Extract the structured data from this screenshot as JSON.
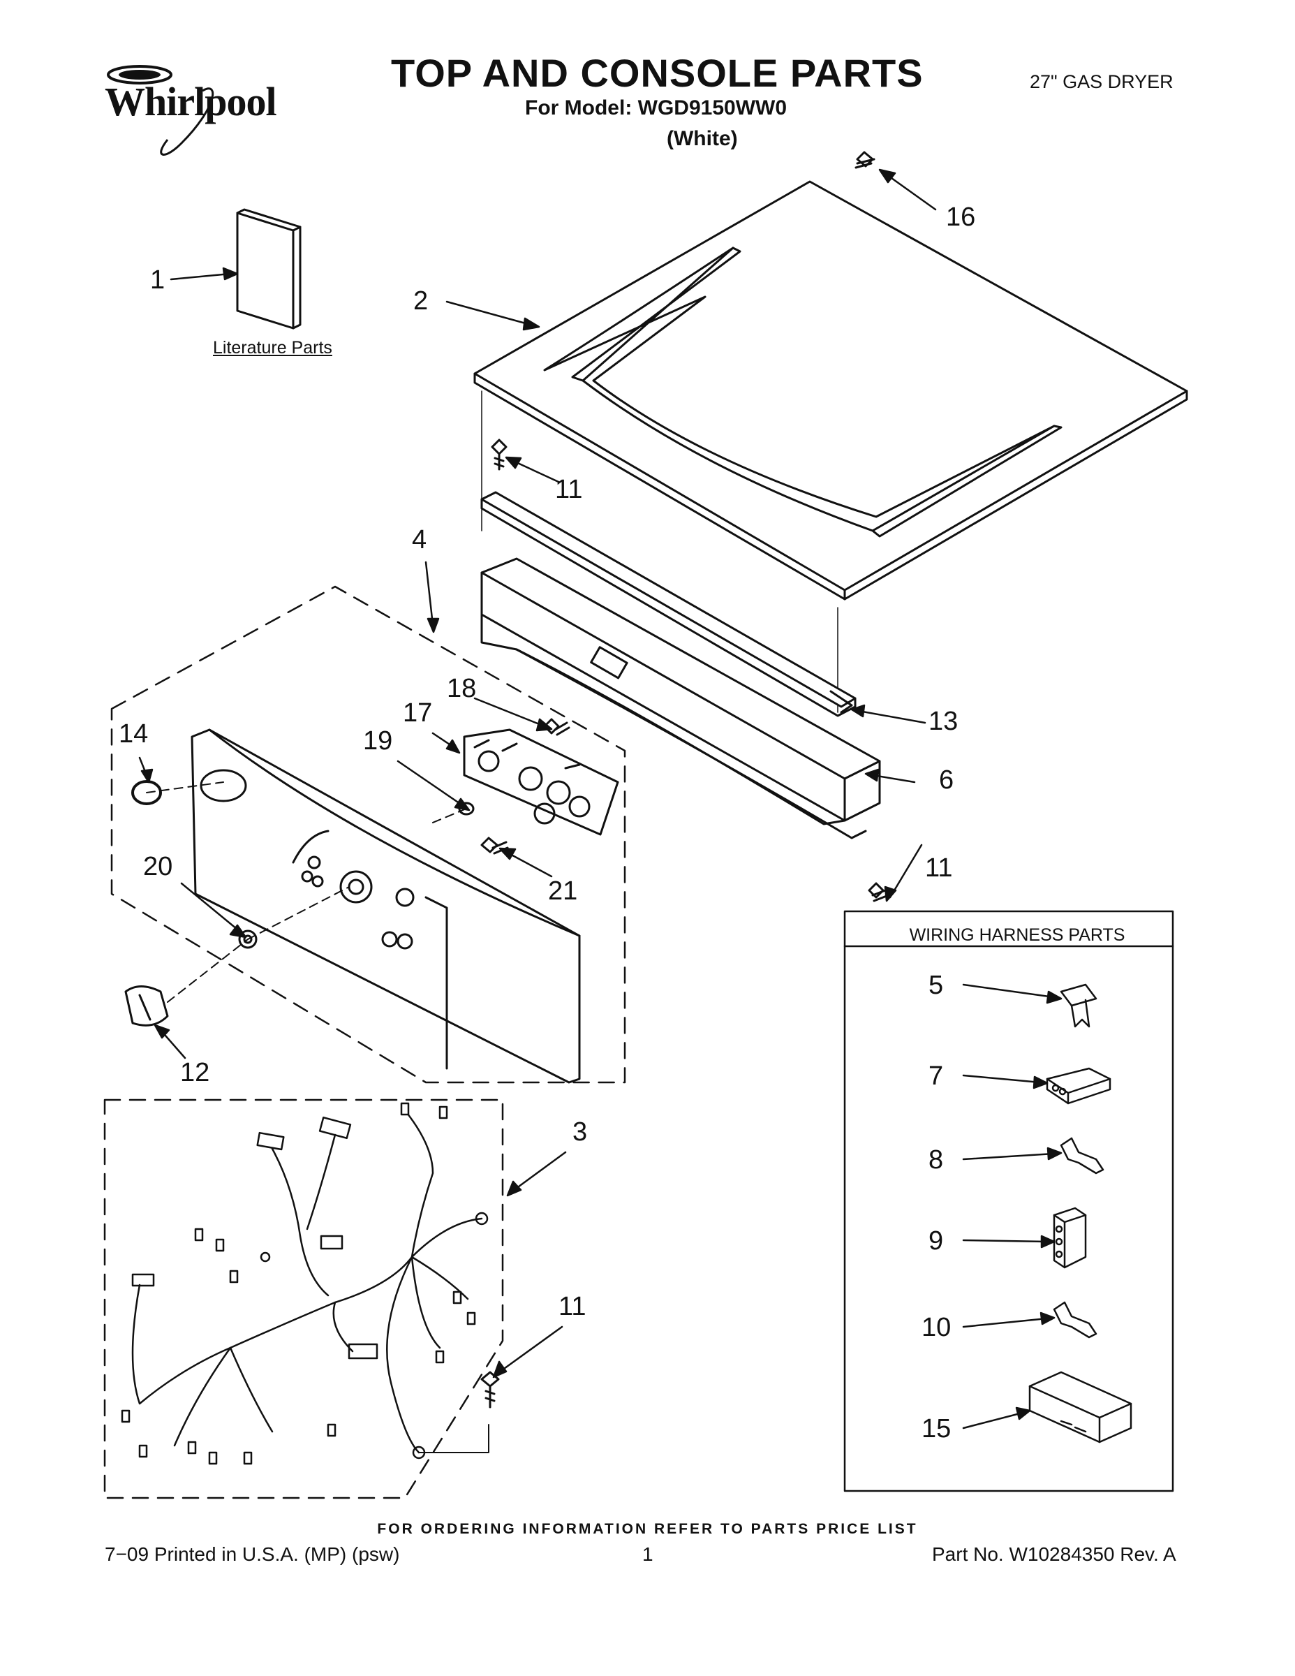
{
  "header": {
    "brand": "Whirlpool",
    "title": "TOP AND CONSOLE PARTS",
    "model_line": "For Model: WGD9150WW0",
    "color": "(White)",
    "product": "27\" GAS DRYER"
  },
  "literature_label": "Literature Parts",
  "wiring_harness_title": "WIRING HARNESS PARTS",
  "callouts": {
    "c1": "1",
    "c2": "2",
    "c3": "3",
    "c4": "4",
    "c5": "5",
    "c6": "6",
    "c7": "7",
    "c8": "8",
    "c9": "9",
    "c10": "10",
    "c11a": "11",
    "c11b": "11",
    "c11c": "11",
    "c12": "12",
    "c13": "13",
    "c14": "14",
    "c15": "15",
    "c16": "16",
    "c17": "17",
    "c18": "18",
    "c19": "19",
    "c20": "20",
    "c21": "21"
  },
  "footer": {
    "ordering_note": "FOR ORDERING INFORMATION REFER TO PARTS PRICE LIST",
    "print_info": "7−09 Printed in U.S.A. (MP) (psw)",
    "page_number": "1",
    "part_number": "Part No. W10284350 Rev. A"
  }
}
